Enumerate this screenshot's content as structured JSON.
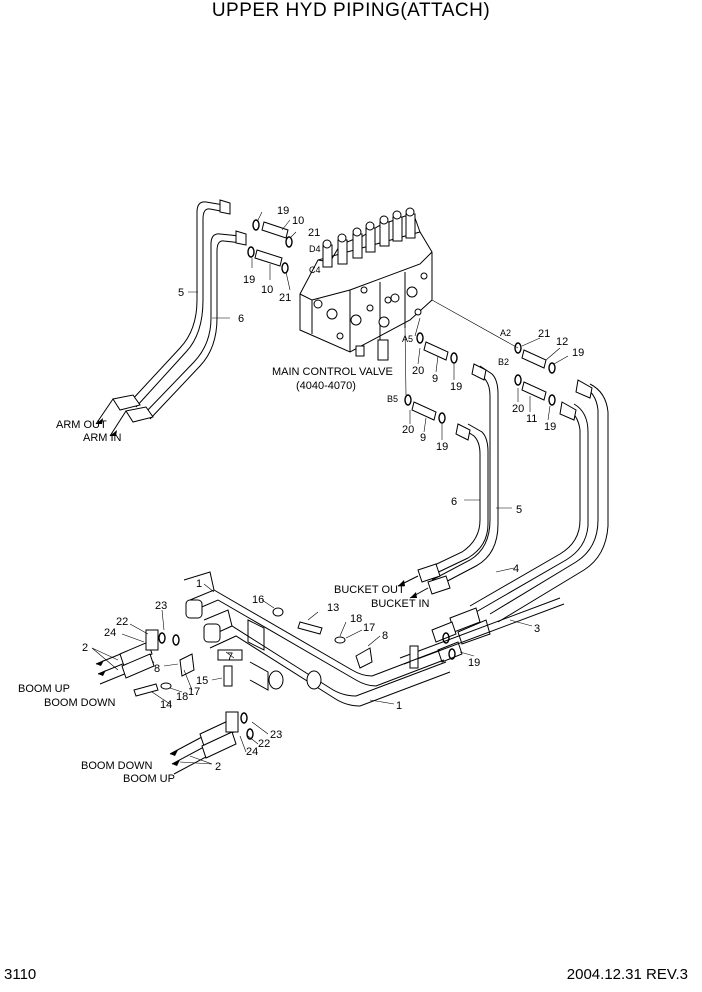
{
  "title": "UPPER HYD PIPING(ATTACH)",
  "page_number": "3110",
  "footer_date_rev": "2004.12.31  REV.3",
  "callouts": {
    "mcv": [
      "MAIN CONTROL VALVE",
      "(4040-4070)"
    ],
    "arm_out": "ARM OUT",
    "arm_in": "ARM IN",
    "bucket_out": "BUCKET OUT",
    "bucket_in": "BUCKET IN",
    "boom_up_1": "BOOM UP",
    "boom_down_1": "BOOM DOWN",
    "boom_down_2": "BOOM DOWN",
    "boom_up_2": "BOOM UP"
  },
  "ports": [
    "D4",
    "C4",
    "A2",
    "A5",
    "B2",
    "B5"
  ],
  "part_numbers": [
    "19",
    "10",
    "21",
    "19",
    "10",
    "21",
    "5",
    "6",
    "21",
    "12",
    "19",
    "20",
    "9",
    "19",
    "20",
    "11",
    "19",
    "20",
    "9",
    "19",
    "6",
    "5",
    "4",
    "3",
    "19",
    "1",
    "16",
    "13",
    "18",
    "17",
    "8",
    "23",
    "22",
    "24",
    "2",
    "8",
    "18",
    "17",
    "7",
    "15",
    "14",
    "23",
    "22",
    "24",
    "2",
    "1"
  ]
}
